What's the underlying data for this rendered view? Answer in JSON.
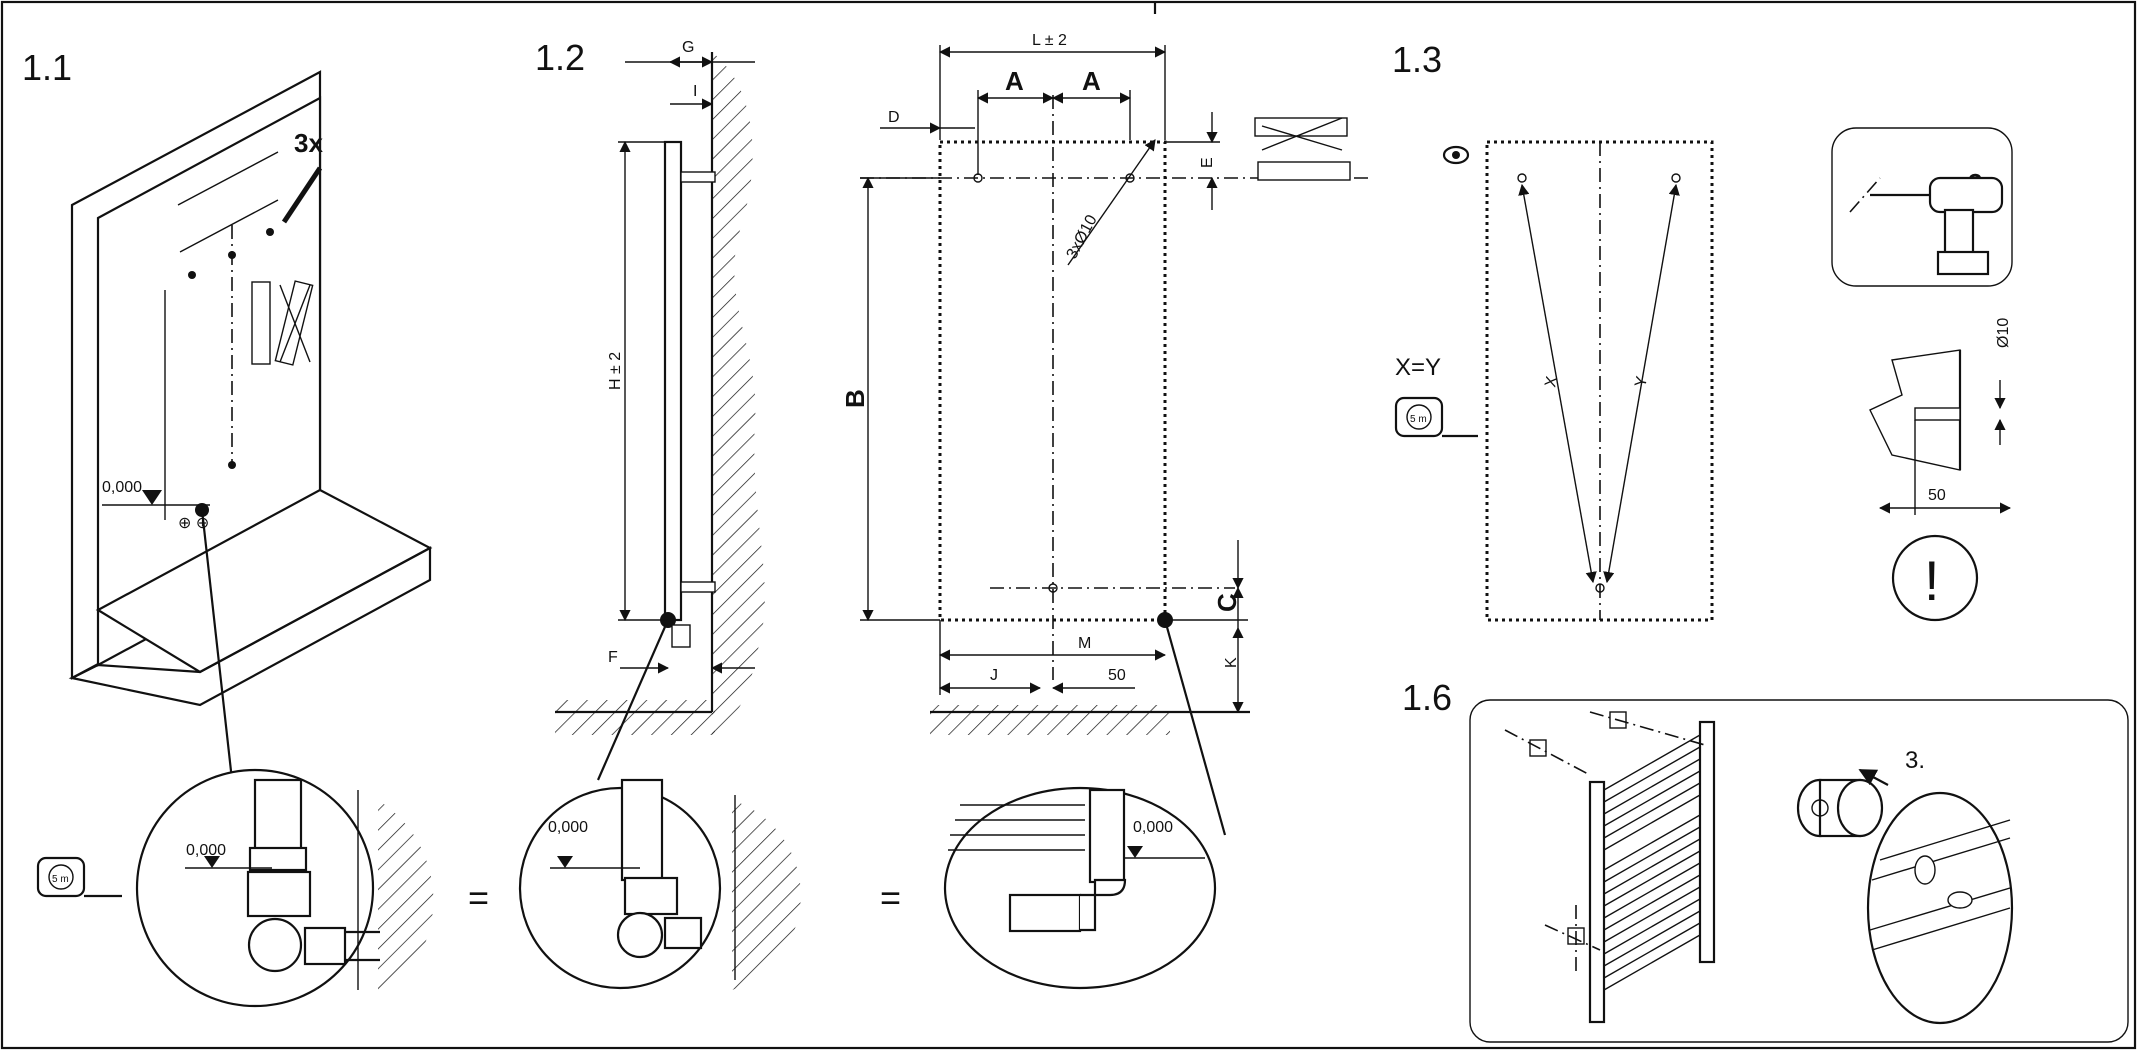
{
  "sections": {
    "s11": "1.1",
    "s12": "1.2",
    "s13": "1.3",
    "s16": "1.6"
  },
  "dimensions": {
    "g": "G",
    "i": "I",
    "h": "H ± 2",
    "f": "F",
    "l": "L ± 2",
    "a1": "A",
    "a2": "A",
    "d": "D",
    "e": "E",
    "hole": "3xØ10",
    "b": "B",
    "c": "C",
    "m": "M",
    "j": "J",
    "fifty": "50",
    "k": "K",
    "x": "X",
    "y": "Y",
    "xy": "X=Y",
    "dia10": "Ø10",
    "drill50": "50"
  },
  "labels": {
    "count_1_1": "3x",
    "count_drill": "3x",
    "zero_main": "0,000",
    "zero_detail1": "0,000",
    "zero_detail2": "0,000",
    "zero_detail3": "0,000",
    "eq1": "=",
    "eq2": "=",
    "step3": "3.",
    "tape1": "5 m",
    "tape2": "5 m",
    "warn": "!"
  },
  "icons": [
    "tape-measure-icon",
    "spirit-level-icon",
    "drill-icon",
    "eye-icon",
    "warning-icon",
    "pencil-icon"
  ]
}
